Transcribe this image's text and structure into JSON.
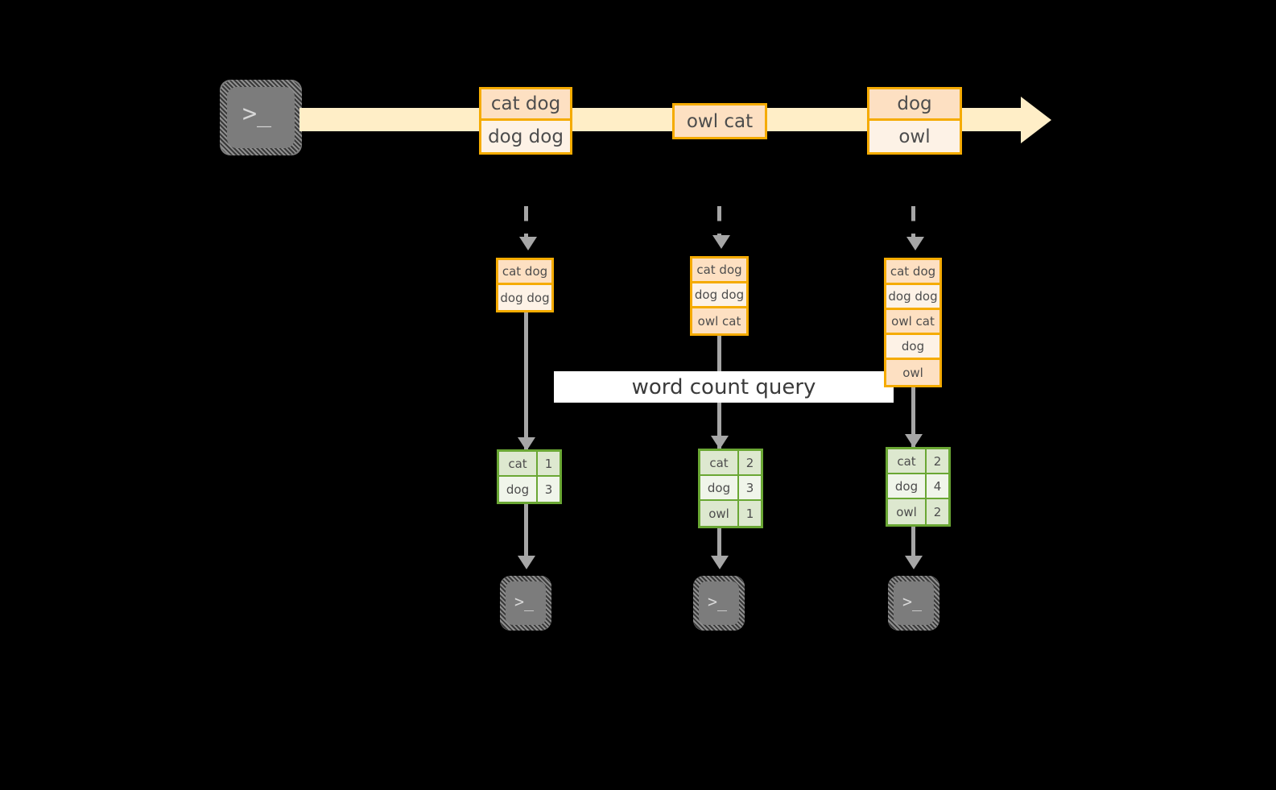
{
  "diagram": {
    "title_label": "word count query",
    "colors": {
      "stream_fill": "#ffeec7",
      "record_border": "#f5ab00",
      "record_fill_dark": "#fde0c2",
      "record_fill_light": "#fdf2e6",
      "table_border": "#6aa734",
      "table_fill_dark": "#dde8cf",
      "table_fill_light": "#f0f5ea",
      "connector": "#a6a6a6",
      "terminal_fill": "#7c7c7c",
      "background": "#000000"
    },
    "source": {
      "icon": "terminal-icon",
      "glyph": ">_"
    },
    "stream": {
      "arrow_direction": "right",
      "records": [
        {
          "lines": [
            "cat dog",
            "dog dog"
          ]
        },
        {
          "lines": [
            "owl cat"
          ]
        },
        {
          "lines": [
            "dog",
            "owl"
          ]
        }
      ]
    },
    "snapshots": [
      {
        "lines": [
          "cat dog",
          "dog dog"
        ],
        "result": {
          "rows": [
            {
              "word": "cat",
              "count": "1"
            },
            {
              "word": "dog",
              "count": "3"
            }
          ]
        },
        "sink": {
          "icon": "terminal-icon",
          "glyph": ">_"
        }
      },
      {
        "lines": [
          "cat dog",
          "dog dog",
          "owl cat"
        ],
        "result": {
          "rows": [
            {
              "word": "cat",
              "count": "2"
            },
            {
              "word": "dog",
              "count": "3"
            },
            {
              "word": "owl",
              "count": "1"
            }
          ]
        },
        "sink": {
          "icon": "terminal-icon",
          "glyph": ">_"
        }
      },
      {
        "lines": [
          "cat dog",
          "dog dog",
          "owl cat",
          "dog",
          "owl"
        ],
        "result": {
          "rows": [
            {
              "word": "cat",
              "count": "2"
            },
            {
              "word": "dog",
              "count": "4"
            },
            {
              "word": "owl",
              "count": "2"
            }
          ]
        },
        "sink": {
          "icon": "terminal-icon",
          "glyph": ">_"
        }
      }
    ]
  }
}
